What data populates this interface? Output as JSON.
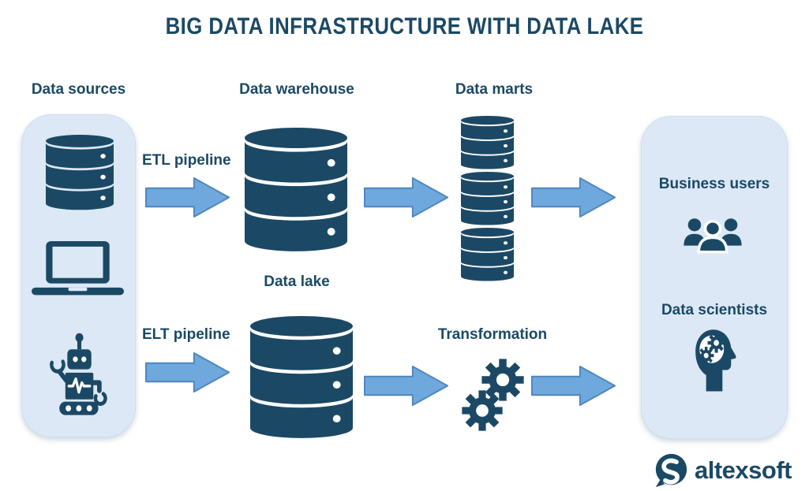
{
  "title": "BIG DATA INFRASTRUCTURE WITH DATA LAKE",
  "colors": {
    "navy": "#1b4965",
    "panel": "#dce8f5",
    "arrow_fill": "#6fa8dc",
    "arrow_stroke": "#4e86c0",
    "background": "#ffffff"
  },
  "column_labels": {
    "data_sources": "Data sources",
    "data_warehouse": "Data warehouse",
    "data_marts": "Data marts"
  },
  "pipeline_labels": {
    "etl": "ETL pipeline",
    "elt": "ELT pipeline",
    "data_lake": "Data lake",
    "transformation": "Transformation"
  },
  "user_groups": {
    "business_users": "Business users",
    "data_scientists": "Data scientists"
  },
  "icons": {
    "database": "database-cylinder-icon",
    "laptop": "laptop-icon",
    "robot": "robot-icon",
    "users": "people-group-icon",
    "head_gears": "head-with-gears-icon",
    "gears": "gears-icon",
    "arrow": "flow-arrow-right-icon",
    "logo_mark": "altexsoft-logo-mark"
  },
  "logo": {
    "text": "altexsoft"
  }
}
